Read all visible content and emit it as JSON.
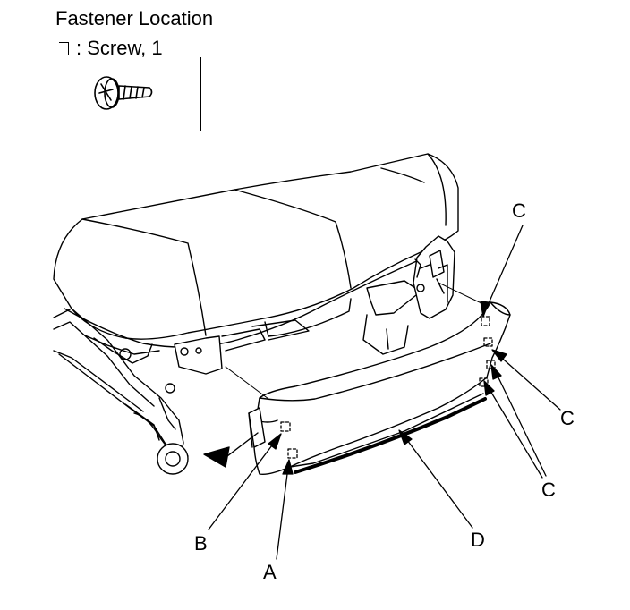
{
  "legend": {
    "title": "Fastener Location",
    "screw_label": ": Screw, 1",
    "screw_icon": "screw-icon",
    "screw_symbol": "bracket-symbol-icon"
  },
  "callouts": {
    "a": "A",
    "b": "B",
    "c_top": "C",
    "c_right": "C",
    "c_bottom": "C",
    "d": "D"
  },
  "colors": {
    "line": "#000000",
    "background": "#ffffff",
    "shading": "#cccccc"
  }
}
